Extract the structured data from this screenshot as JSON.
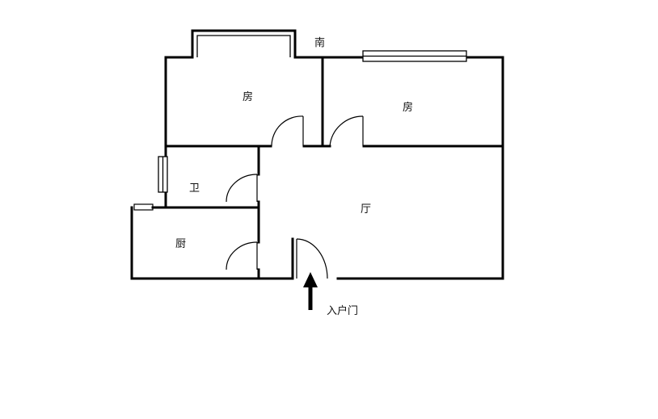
{
  "floorplan": {
    "compass": "南",
    "rooms": {
      "bedroom_left": "房",
      "bedroom_right": "房",
      "bathroom": "卫",
      "kitchen": "厨",
      "living": "厅"
    },
    "entrance": "入户门"
  }
}
